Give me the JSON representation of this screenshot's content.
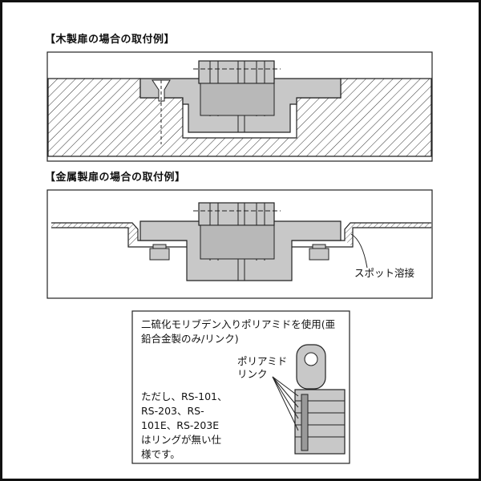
{
  "sections": {
    "wood_title": "【木製扉の場合の取付例】",
    "metal_title": "【金属製扉の場合の取付例】"
  },
  "labels": {
    "spot_weld": "スポット溶接",
    "polyamide_line1": "ポリアミド",
    "polyamide_line2": "リンク"
  },
  "note": {
    "line1": "二硫化モリブデン入りポリアミドを使用(亜",
    "line2": "鉛合金製のみ/リンク)",
    "ex_line1": "ただし、RS-101、",
    "ex_line2": "RS-203、RS-",
    "ex_line3": "101E、RS-203E",
    "ex_line4": "はリングが無い仕",
    "ex_line5": "様です。"
  },
  "colors": {
    "hinge_fill": "#c8c8c8",
    "hinge_dark": "#a8a8a8",
    "line": "#222222",
    "hatch": "#333333"
  }
}
